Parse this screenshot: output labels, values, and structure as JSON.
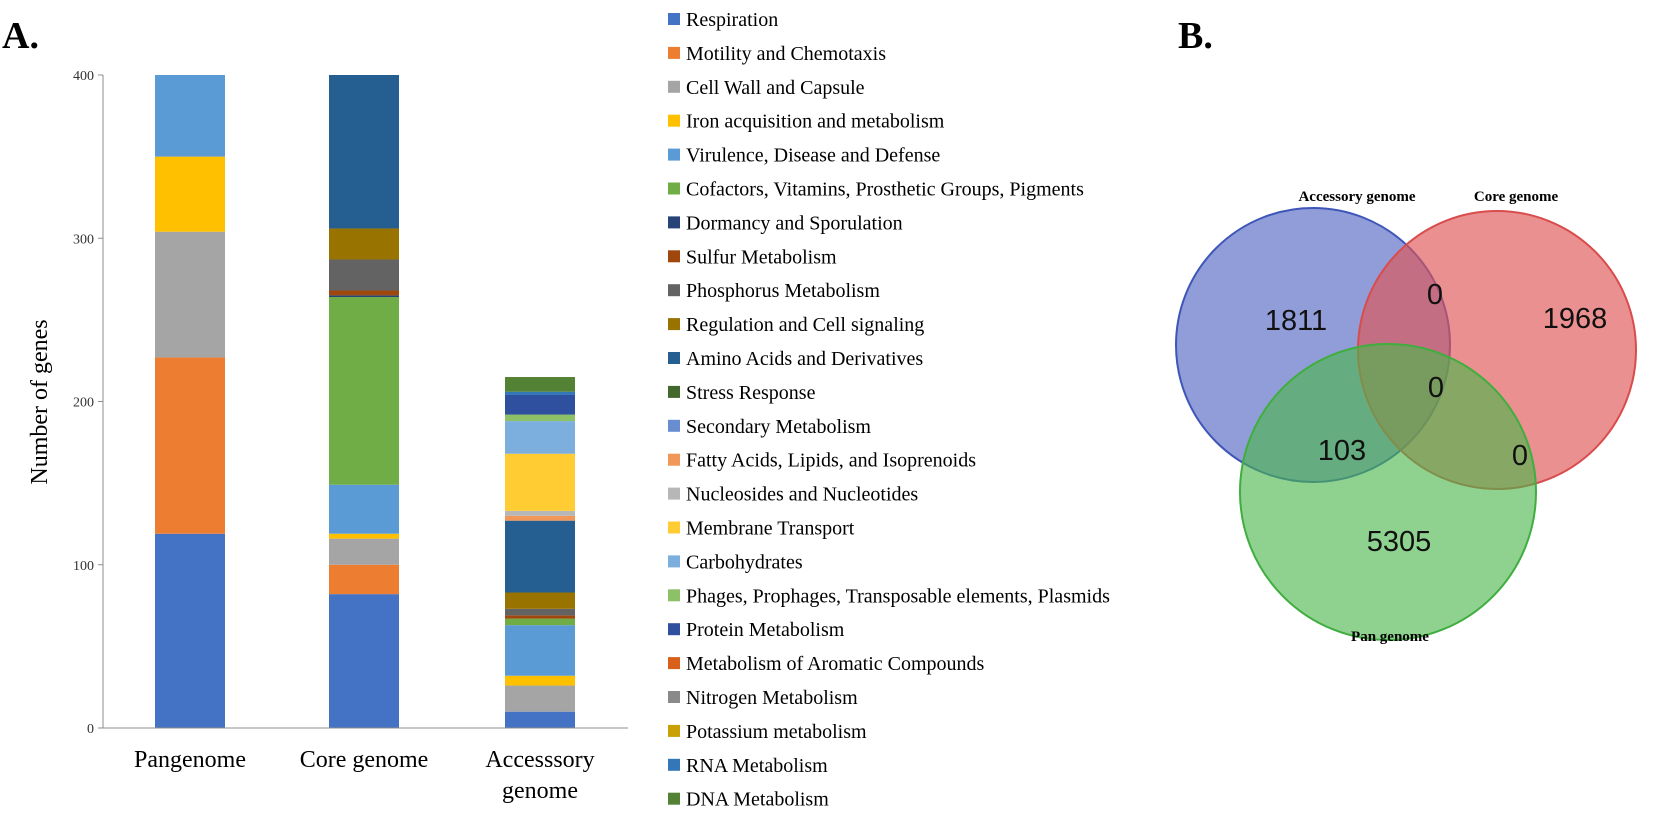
{
  "panel_a_label": "A.",
  "panel_b_label": "B.",
  "chart_data": [
    {
      "type": "bar",
      "stacked": true,
      "categories": [
        "Pangenome",
        "Core genome",
        "Accesssory genome"
      ],
      "xtick_labels": [
        [
          "Pangenome"
        ],
        [
          "Core genome"
        ],
        [
          "Accesssory",
          "genome"
        ]
      ],
      "ylabel": "Number of genes",
      "ylim": [
        0,
        400
      ],
      "yticks": [
        0,
        100,
        200,
        300,
        400
      ],
      "grid": false,
      "legend_position": "right",
      "series": [
        {
          "name": "Respiration",
          "color": "#4472C4",
          "values": [
            119,
            82,
            10
          ]
        },
        {
          "name": "Motility and Chemotaxis",
          "color": "#ED7D31",
          "values": [
            108,
            18,
            0
          ]
        },
        {
          "name": "Cell Wall and Capsule",
          "color": "#A5A5A5",
          "values": [
            77,
            16,
            16
          ]
        },
        {
          "name": "Iron acquisition and metabolism",
          "color": "#FFC000",
          "values": [
            46,
            3,
            6
          ]
        },
        {
          "name": "Virulence, Disease and Defense",
          "color": "#5B9BD5",
          "values": [
            50,
            30,
            31
          ]
        },
        {
          "name": "Cofactors, Vitamins, Prosthetic Groups, Pigments",
          "color": "#70AD47",
          "values": [
            0,
            115,
            4
          ]
        },
        {
          "name": "Dormancy and Sporulation",
          "color": "#264478",
          "values": [
            0,
            1,
            0
          ]
        },
        {
          "name": "Sulfur Metabolism",
          "color": "#9E480E",
          "values": [
            0,
            3,
            2
          ]
        },
        {
          "name": "Phosphorus Metabolism",
          "color": "#636363",
          "values": [
            0,
            19,
            4
          ]
        },
        {
          "name": "Regulation and Cell signaling",
          "color": "#997300",
          "values": [
            0,
            19,
            10
          ]
        },
        {
          "name": "Amino Acids and Derivatives",
          "color": "#255E91",
          "values": [
            0,
            94,
            44
          ]
        },
        {
          "name": "Stress Response",
          "color": "#43682B",
          "values": [
            0,
            0,
            0
          ]
        },
        {
          "name": "Secondary Metabolism",
          "color": "#698ED0",
          "values": [
            0,
            0,
            0
          ]
        },
        {
          "name": "Fatty Acids, Lipids, and Isoprenoids",
          "color": "#F1975A",
          "values": [
            0,
            0,
            3
          ]
        },
        {
          "name": "Nucleosides and Nucleotides",
          "color": "#B7B7B7",
          "values": [
            0,
            0,
            3
          ]
        },
        {
          "name": "Membrane Transport",
          "color": "#FFCD33",
          "values": [
            0,
            0,
            35
          ]
        },
        {
          "name": "Carbohydrates",
          "color": "#7CAFDD",
          "values": [
            0,
            0,
            20
          ]
        },
        {
          "name": "Phages, Prophages, Transposable elements, Plasmids",
          "color": "#8CC168",
          "values": [
            0,
            0,
            4
          ]
        },
        {
          "name": "Protein Metabolism",
          "color": "#2F4F9F",
          "values": [
            0,
            0,
            12
          ]
        },
        {
          "name": "Metabolism of Aromatic Compounds",
          "color": "#D9601A",
          "values": [
            0,
            0,
            0
          ]
        },
        {
          "name": "Nitrogen Metabolism",
          "color": "#8A8A8A",
          "values": [
            0,
            0,
            0
          ]
        },
        {
          "name": "Potassium metabolism",
          "color": "#C9A006",
          "values": [
            0,
            0,
            0
          ]
        },
        {
          "name": "RNA Metabolism",
          "color": "#3377B8",
          "values": [
            0,
            0,
            2
          ]
        },
        {
          "name": "DNA Metabolism",
          "color": "#548235",
          "values": [
            0,
            0,
            9
          ]
        }
      ]
    },
    {
      "type": "venn",
      "sets": [
        {
          "name": "Accessory genome",
          "color": "#4A5FC1"
        },
        {
          "name": "Core genome",
          "color": "#E05A5A"
        },
        {
          "name": "Pan genome",
          "color": "#4DB84D"
        }
      ],
      "regions": [
        {
          "sets": [
            "Accessory genome"
          ],
          "value": "1811"
        },
        {
          "sets": [
            "Core genome"
          ],
          "value": "1968"
        },
        {
          "sets": [
            "Pan genome"
          ],
          "value": "5305"
        },
        {
          "sets": [
            "Accessory genome",
            "Core genome"
          ],
          "value": "0"
        },
        {
          "sets": [
            "Accessory genome",
            "Pan genome"
          ],
          "value": "103"
        },
        {
          "sets": [
            "Core genome",
            "Pan genome"
          ],
          "value": "0"
        },
        {
          "sets": [
            "Accessory genome",
            "Core genome",
            "Pan genome"
          ],
          "value": "0"
        }
      ]
    }
  ]
}
